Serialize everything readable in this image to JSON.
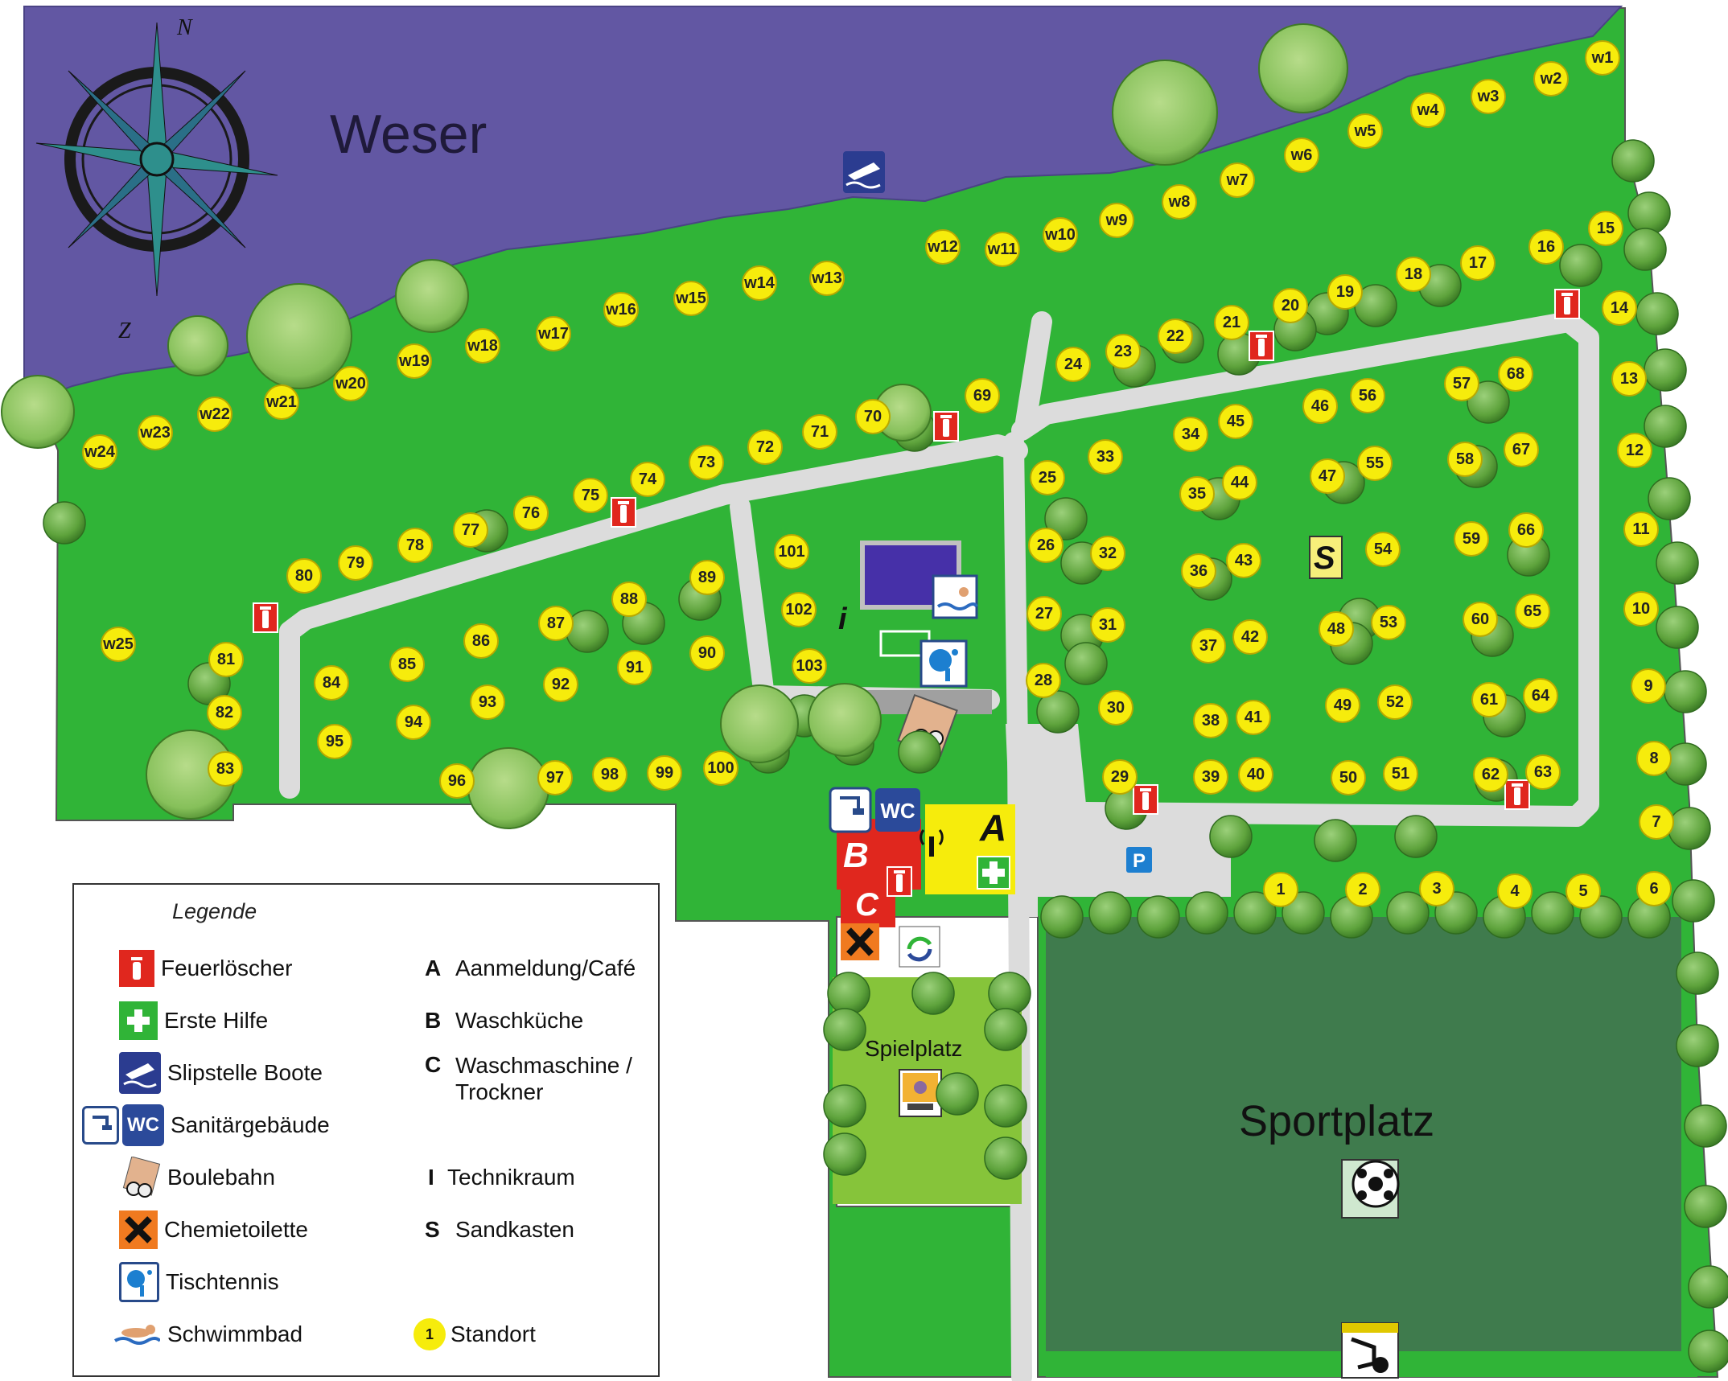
{
  "river_label": "Weser",
  "compass": {
    "north": "N",
    "south": "Z"
  },
  "sports_field_label": "Sportplatz",
  "playground_label": "Spielplatz",
  "info_label": "i",
  "sandbox_label": "S",
  "buildings": {
    "a": "A",
    "b": "B",
    "c": "C"
  },
  "sanitary_wc": "WC",
  "parking_label": "P",
  "spots": [
    {
      "id": "w1"
    },
    {
      "id": "w2"
    },
    {
      "id": "w3"
    },
    {
      "id": "w4"
    },
    {
      "id": "w5"
    },
    {
      "id": "w6"
    },
    {
      "id": "w7"
    },
    {
      "id": "w8"
    },
    {
      "id": "w9"
    },
    {
      "id": "w10"
    },
    {
      "id": "w11"
    },
    {
      "id": "w12"
    },
    {
      "id": "w13"
    },
    {
      "id": "w14"
    },
    {
      "id": "w15"
    },
    {
      "id": "w16"
    },
    {
      "id": "w17"
    },
    {
      "id": "w18"
    },
    {
      "id": "w19"
    },
    {
      "id": "w20"
    },
    {
      "id": "w21"
    },
    {
      "id": "w22"
    },
    {
      "id": "w23"
    },
    {
      "id": "w24"
    },
    {
      "id": "w25"
    },
    {
      "id": "1"
    },
    {
      "id": "2"
    },
    {
      "id": "3"
    },
    {
      "id": "4"
    },
    {
      "id": "5"
    },
    {
      "id": "6"
    },
    {
      "id": "7"
    },
    {
      "id": "8"
    },
    {
      "id": "9"
    },
    {
      "id": "10"
    },
    {
      "id": "11"
    },
    {
      "id": "12"
    },
    {
      "id": "13"
    },
    {
      "id": "14"
    },
    {
      "id": "15"
    },
    {
      "id": "16"
    },
    {
      "id": "17"
    },
    {
      "id": "18"
    },
    {
      "id": "19"
    },
    {
      "id": "20"
    },
    {
      "id": "21"
    },
    {
      "id": "22"
    },
    {
      "id": "23"
    },
    {
      "id": "24"
    },
    {
      "id": "25"
    },
    {
      "id": "26"
    },
    {
      "id": "27"
    },
    {
      "id": "28"
    },
    {
      "id": "29"
    },
    {
      "id": "30"
    },
    {
      "id": "31"
    },
    {
      "id": "32"
    },
    {
      "id": "33"
    },
    {
      "id": "34"
    },
    {
      "id": "35"
    },
    {
      "id": "36"
    },
    {
      "id": "37"
    },
    {
      "id": "38"
    },
    {
      "id": "39"
    },
    {
      "id": "40"
    },
    {
      "id": "41"
    },
    {
      "id": "42"
    },
    {
      "id": "43"
    },
    {
      "id": "44"
    },
    {
      "id": "45"
    },
    {
      "id": "46"
    },
    {
      "id": "47"
    },
    {
      "id": "48"
    },
    {
      "id": "49"
    },
    {
      "id": "50"
    },
    {
      "id": "51"
    },
    {
      "id": "52"
    },
    {
      "id": "53"
    },
    {
      "id": "54"
    },
    {
      "id": "55"
    },
    {
      "id": "56"
    },
    {
      "id": "57"
    },
    {
      "id": "58"
    },
    {
      "id": "59"
    },
    {
      "id": "60"
    },
    {
      "id": "61"
    },
    {
      "id": "62"
    },
    {
      "id": "63"
    },
    {
      "id": "64"
    },
    {
      "id": "65"
    },
    {
      "id": "66"
    },
    {
      "id": "67"
    },
    {
      "id": "68"
    },
    {
      "id": "69"
    },
    {
      "id": "70"
    },
    {
      "id": "71"
    },
    {
      "id": "72"
    },
    {
      "id": "73"
    },
    {
      "id": "74"
    },
    {
      "id": "75"
    },
    {
      "id": "76"
    },
    {
      "id": "77"
    },
    {
      "id": "78"
    },
    {
      "id": "79"
    },
    {
      "id": "80"
    },
    {
      "id": "81"
    },
    {
      "id": "82"
    },
    {
      "id": "83"
    },
    {
      "id": "84"
    },
    {
      "id": "85"
    },
    {
      "id": "86"
    },
    {
      "id": "87"
    },
    {
      "id": "88"
    },
    {
      "id": "89"
    },
    {
      "id": "90"
    },
    {
      "id": "91"
    },
    {
      "id": "92"
    },
    {
      "id": "93"
    },
    {
      "id": "94"
    },
    {
      "id": "95"
    },
    {
      "id": "96"
    },
    {
      "id": "97"
    },
    {
      "id": "98"
    },
    {
      "id": "99"
    },
    {
      "id": "100"
    },
    {
      "id": "101"
    },
    {
      "id": "102"
    },
    {
      "id": "103"
    }
  ],
  "legend": {
    "title": "Legende",
    "symbols": [
      {
        "icon": "fire-extinguisher-icon",
        "label": "Feuerlöscher"
      },
      {
        "icon": "first-aid-icon",
        "label": "Erste Hilfe"
      },
      {
        "icon": "boat-slipway-icon",
        "label": "Slipstelle Boote"
      },
      {
        "icon": "sanitary-icon",
        "label": "Sanitärgebäude"
      },
      {
        "icon": "boules-icon",
        "label": "Boulebahn"
      },
      {
        "icon": "chemical-toilet-icon",
        "label": "Chemietoilette"
      },
      {
        "icon": "table-tennis-icon",
        "label": "Tischtennis"
      },
      {
        "icon": "swimming-pool-icon",
        "label": "Schwimmbad"
      }
    ],
    "keys": [
      {
        "key": "A",
        "label": "Aanmeldung/Café"
      },
      {
        "key": "B",
        "label": "Waschküche"
      },
      {
        "key": "C",
        "label": "Waschmaschine / Trockner"
      },
      {
        "key": "I",
        "label": "Technikraum"
      },
      {
        "key": "S",
        "label": "Sandkasten"
      }
    ],
    "spot_sample": "1",
    "spot_label": "Standort"
  },
  "colors": {
    "river": "#6257a3",
    "grass": "#30b437",
    "road": "#dcdcdc",
    "sports": "#3f7b4d",
    "spot": "#f6ec0c",
    "playground": "#86c43a"
  }
}
